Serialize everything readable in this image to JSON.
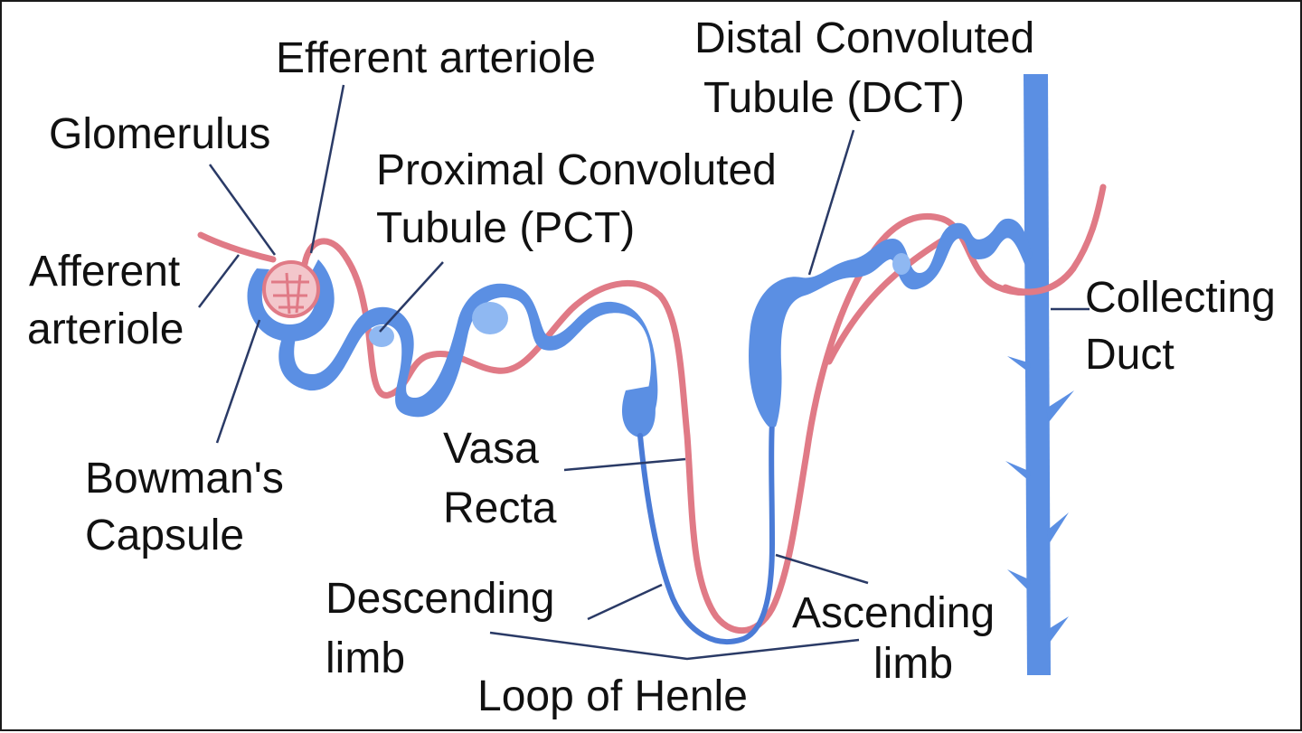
{
  "colors": {
    "tubule": "#5b8fe3",
    "tubule_light": "#8fb8f2",
    "tubule_outline": "#4a7bd6",
    "vessel": "#e07a86",
    "vessel_fill": "#f3c6cb",
    "leader": "#2a3a66",
    "text": "#111111"
  },
  "labels": {
    "efferent": "Efferent arteriole",
    "glomerulus": "Glomerulus",
    "afferent_1": "Afferent",
    "afferent_2": "arteriole",
    "bowman_1": "Bowman's",
    "bowman_2": "Capsule",
    "pct_1": "Proximal Convoluted",
    "pct_2": "Tubule (PCT)",
    "dct_1": "Distal Convoluted",
    "dct_2": "Tubule (DCT)",
    "collecting_1": "Collecting",
    "collecting_2": "Duct",
    "vasa_1": "Vasa",
    "vasa_2": "Recta",
    "descending_1": "Descending",
    "descending_2": "limb",
    "ascending_1": "Ascending",
    "ascending_2": "limb",
    "loop": "Loop of Henle"
  }
}
